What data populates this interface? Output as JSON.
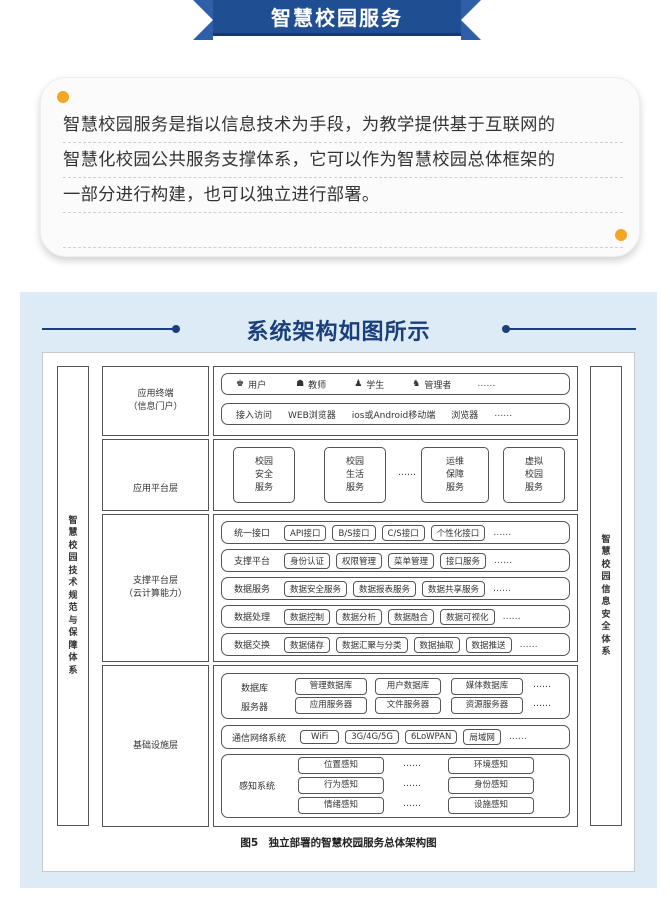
{
  "banner": {
    "title": "智慧校园服务"
  },
  "intro": {
    "lines": [
      "智慧校园服务是指以信息技术为手段，为教学提供基于互联网的",
      "智慧化校园公共服务支撑体系，它可以作为智慧校园总体框架的",
      "一部分进行构建，也可以独立进行部署。"
    ]
  },
  "panel": {
    "title": "系统架构如图所示"
  },
  "diagram": {
    "left_column": [
      "智",
      "慧",
      "校",
      "园",
      "技",
      "术",
      "规",
      "范",
      "与",
      "保",
      "障",
      "体",
      "系"
    ],
    "right_column": [
      "智",
      "慧",
      "校",
      "园",
      "信",
      "息",
      "安",
      "全",
      "体",
      "系"
    ],
    "layers": {
      "terminal": [
        "应用终端",
        "（信息门户）"
      ],
      "platform": "应用平台层",
      "support": [
        "支撑平台层",
        "（云计算能力）"
      ],
      "infra": "基础设施层"
    },
    "terminal_users": {
      "user": "用户",
      "teacher": "教师",
      "student": "学生",
      "admin": "管理者",
      "more": "……"
    },
    "terminal_access": {
      "label": "接入访问",
      "web": "WEB浏览器",
      "mobile": "ios或Android移动端",
      "browser": "浏览器",
      "more": "……"
    },
    "services": {
      "security": [
        "校园",
        "安全",
        "服务"
      ],
      "life": [
        "校园",
        "生活",
        "服务"
      ],
      "more": "……",
      "ops": [
        "运维",
        "保障",
        "服务"
      ],
      "virtual": [
        "虚拟",
        "校园",
        "服务"
      ]
    },
    "support_rows": [
      {
        "label": "统一接口",
        "items": [
          "API接口",
          "B/S接口",
          "C/S接口",
          "个性化接口"
        ],
        "more": "……"
      },
      {
        "label": "支撑平台",
        "items": [
          "身份认证",
          "权限管理",
          "菜单管理",
          "接口服务"
        ],
        "more": "……"
      },
      {
        "label": "数据服务",
        "items": [
          "数据安全服务",
          "数据报表服务",
          "数据共享服务"
        ],
        "more": "……"
      },
      {
        "label": "数据处理",
        "items": [
          "数据控制",
          "数据分析",
          "数据融合",
          "数据可视化"
        ],
        "more": "……"
      },
      {
        "label": "数据交换",
        "items": [
          "数据储存",
          "数据汇聚与分类",
          "数据抽取",
          "数据推送"
        ],
        "more": "……"
      }
    ],
    "infra_db": {
      "label1": "数据库",
      "label2": "服务器",
      "db": [
        "管理数据库",
        "用户数据库",
        "媒体数据库"
      ],
      "srv": [
        "应用服务器",
        "文件服务器",
        "资源服务器"
      ],
      "more": "……"
    },
    "network": {
      "label": "通信网络系统",
      "items": [
        "WiFi",
        "3G/4G/5G",
        "6LoWPAN",
        "局域网"
      ],
      "more": "……"
    },
    "sensing": {
      "label": "感知系统",
      "left": [
        "位置感知",
        "行为感知",
        "情绪感知"
      ],
      "right": [
        "环境感知",
        "身份感知",
        "设施感知"
      ],
      "more": "……"
    },
    "caption": "图5　独立部署的智慧校园服务总体架构图"
  }
}
